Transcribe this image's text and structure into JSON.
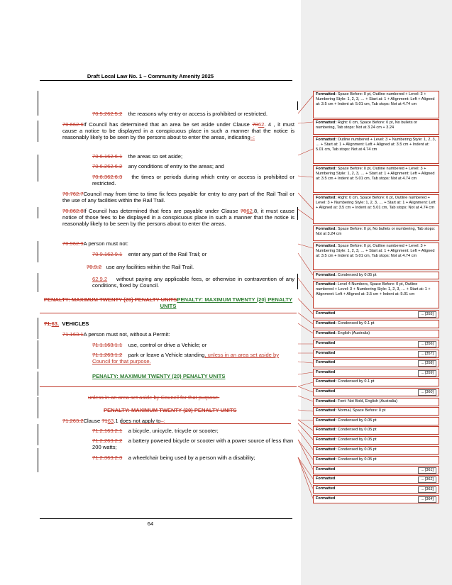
{
  "header": {
    "title": "Draft Local Law No. 1 – Community Amenity 2025"
  },
  "body": {
    "p1": {
      "num": "70.5.262.5.2",
      "text": "the reasons why entry or access is prohibited or restricted."
    },
    "p2": {
      "num": "70.662.6",
      "text_a": "If Council has determined that an area be set aside under Clause ",
      "ref_del": "70",
      "ref_ins": "62",
      "text_b": ". 4 , it must cause a notice to be displayed in a conspicuous place in such a manner that the notice is reasonably likely to be seen by the persons about to enter the areas, indicating",
      "tail": "–:"
    },
    "p2_1": {
      "num": "70.6.162.6.1",
      "text": "the areas so set aside;"
    },
    "p2_2": {
      "num": "70.6.262.6.2",
      "text": "any conditions of entry to the areas; and"
    },
    "p2_3": {
      "num": "70.6.362.6.3",
      "text": "the times or periods during which entry or access is prohibited or restricted."
    },
    "p3": {
      "num": "70.762.7",
      "text": "Council may from time to time fix fees payable for entry to any part of the Rail Trail or the use of any facilities within the Rail Trail."
    },
    "p4": {
      "num": "70.862.8",
      "text_a": "If Council has determined that fees are payable under Clause ",
      "ref_del": "70",
      "ref_ins": "62",
      "text_b": ".8, it must cause notice of those fees to be displayed in a conspicuous place in such a manner that the notice is reasonably likely to be seen by the persons about to enter the areas."
    },
    "p5": {
      "num": "70.962.9",
      "text": "A person must not:"
    },
    "p5_1": {
      "num": "70.9.162.9.1",
      "text": "enter any part of the Rail Trail; or"
    },
    "p5_2": {
      "num": "70.9.2",
      "text": "use any facilities within the Rail Trail."
    },
    "p5_3": {
      "num": "62.9.2",
      "text": "without paying any applicable fees, or otherwise in contravention of any conditions, fixed by Council."
    },
    "penalty1": {
      "del": "PENALTY: MAXIMUM TWENTY (20) PENALTY UNITS",
      "ins": "PENALTY: MAXIMUM TWENTY (20) PENALTY UNITS"
    },
    "heading": {
      "num_del": "71.",
      "num_ins": "63.",
      "text": "VEHICLES"
    },
    "p6": {
      "num": "71.163.1",
      "text": "A person must not, without a Permit:"
    },
    "p6_1": {
      "num": "71.1.163.1.1",
      "text": "use, control or drive a Vehicle; or"
    },
    "p6_2": {
      "num": "71.1.263.1.2",
      "text": "park or leave a Vehicle standing",
      "ins": ", unless in an area set aside by Council for that purpose."
    },
    "penalty2": {
      "text": "PENALTY: MAXIMUM TWENTY (20) PENALTY UNITS"
    },
    "deleted_line": {
      "text": "unless in an area set aside by Council for that purpose."
    },
    "penalty3": {
      "text": "PENALTY: MAXIMUM TWENTY (20) PENALTY UNITS"
    },
    "p7": {
      "num": "71.263.2",
      "text_a": "Clause ",
      "ref_del": "71",
      "ref_ins": "63",
      "text_b": ".1 does not apply to",
      "tail": "–:"
    },
    "p7_1": {
      "num": "71.2.163.2.1",
      "text": "a bicycle, unicycle, tricycle or scooter;"
    },
    "p7_2": {
      "num": "71.2.263.2.2",
      "text": "a battery powered bicycle or scooter with a power source of less than 200 watts;"
    },
    "p7_3": {
      "num": "71.2.363.2.3",
      "text": "a wheelchair being used by a person with a disability;"
    }
  },
  "footer": {
    "page_number": "64"
  },
  "comments": [
    {
      "label": "Formatted:",
      "text": "Space Before: 0 pt, Outline numbered + Level: 3 + Numbering Style: 1, 2, 3, … + Start at: 1 + Alignment: Left + Aligned at: 3.5 cm + Indent at: 5.01 cm, Tab stops: Not at 4.74 cm"
    },
    {
      "label": "Formatted:",
      "text": "Right: 0 cm, Space Before: 0 pt, No bullets or numbering, Tab stops: Not at 3.24 cm + 3.24"
    },
    {
      "label": "Formatted:",
      "text": "Outline numbered + Level: 3 + Numbering Style: 1, 2, 3, … + Start at: 1 + Alignment: Left + Aligned at: 3.5 cm + Indent at: 5.01 cm, Tab stops: Not at 4.74 cm"
    },
    {
      "label": "Formatted:",
      "text": "Space Before: 0 pt, Outline numbered + Level: 3 + Numbering Style: 1, 2, 3, … + Start at: 1 + Alignment: Left + Aligned at: 3.5 cm + Indent at: 5.01 cm, Tab stops: Not at 4.74 cm"
    },
    {
      "label": "Formatted:",
      "text": "Right: 0 cm, Space Before: 0 pt, Outline numbered + Level: 3 + Numbering Style: 1, 2, 3, … + Start at: 1 + Alignment: Left + Aligned at: 3.5 cm + Indent at: 5.01 cm, Tab stops: Not at 4.74 cm"
    },
    {
      "label": "Formatted:",
      "text": "Space Before: 0 pt, No bullets or numbering, Tab stops: Not at 3.24 cm"
    },
    {
      "label": "Formatted:",
      "text": "Space Before: 0 pt, Outline numbered + Level: 3 + Numbering Style: 1, 2, 3, … + Start at: 1 + Alignment: Left + Aligned at: 3.5 cm + Indent at: 5.01 cm, Tab stops: Not at 4.74 cm"
    },
    {
      "label": "Formatted:",
      "text": "Condensed by 0.05 pt"
    },
    {
      "label": "Formatted:",
      "text": "Level 4 Numbers, Space Before: 0 pt, Outline numbered + Level: 3 + Numbering Style: 1, 2, 3, … + Start at: 1 + Alignment: Left + Aligned at: 3.5 cm + Indent at: 5.01 cm"
    },
    {
      "label": "Formatted",
      "text": "",
      "more": "... [355]"
    },
    {
      "label": "Formatted:",
      "text": "Condensed by 0.1 pt"
    },
    {
      "label": "Formatted:",
      "text": "English (Australia)"
    },
    {
      "label": "Formatted",
      "text": "",
      "more": "... [356]"
    },
    {
      "label": "Formatted",
      "text": "",
      "more": "... [357]"
    },
    {
      "label": "Formatted",
      "text": "",
      "more": "... [358]"
    },
    {
      "label": "Formatted",
      "text": "",
      "more": "... [359]"
    },
    {
      "label": "Formatted:",
      "text": "Condensed by 0.1 pt"
    },
    {
      "label": "Formatted",
      "text": "",
      "more": "... [360]"
    },
    {
      "label": "Formatted:",
      "text": "Font: Not Bold, English (Australia)"
    },
    {
      "label": "Formatted:",
      "text": "Normal, Space Before: 0 pt"
    },
    {
      "label": "Formatted:",
      "text": "Condensed by 0.05 pt"
    },
    {
      "label": "Formatted:",
      "text": "Condensed by 0.05 pt"
    },
    {
      "label": "Formatted:",
      "text": "Condensed by 0.05 pt"
    },
    {
      "label": "Formatted:",
      "text": "Condensed by 0.05 pt"
    },
    {
      "label": "Formatted:",
      "text": "Condensed by 0.05 pt"
    },
    {
      "label": "Formatted",
      "text": "",
      "more": "... [361]"
    },
    {
      "label": "Formatted",
      "text": "",
      "more": "... [362]"
    },
    {
      "label": "Formatted",
      "text": "",
      "more": "... [363]"
    },
    {
      "label": "Formatted",
      "text": "",
      "more": "... [364]"
    }
  ],
  "colors": {
    "revision": "#c0392b",
    "insert_green": "#2e7d32",
    "pane_bg": "#efefef"
  }
}
